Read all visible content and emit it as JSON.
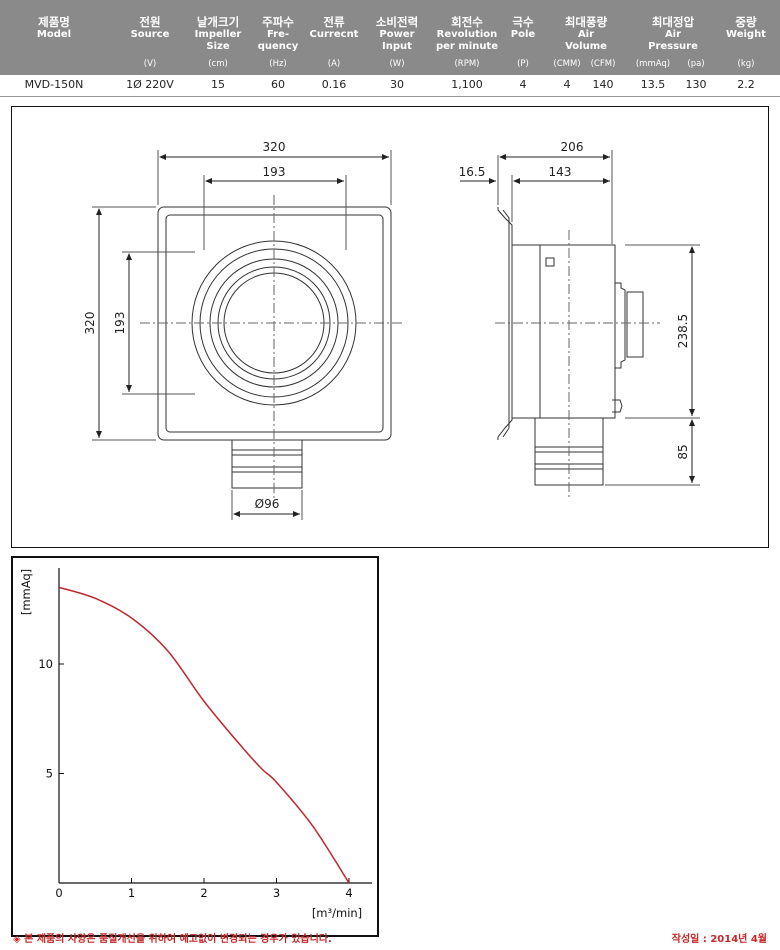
{
  "header": {
    "columns": [
      {
        "ko": "제품명",
        "en": [
          "Model"
        ],
        "unit": ""
      },
      {
        "ko": "전원",
        "en": [
          "Source"
        ],
        "unit": "(V)"
      },
      {
        "ko": "날개크기",
        "en": [
          "Impeller",
          "Size"
        ],
        "unit": "(cm)"
      },
      {
        "ko": "주파수",
        "en": [
          "Fre-",
          "quency"
        ],
        "unit": "(Hz)"
      },
      {
        "ko": "전류",
        "en": [
          "Currecnt"
        ],
        "unit": "(A)"
      },
      {
        "ko": "소비전력",
        "en": [
          "Power",
          "Input"
        ],
        "unit": "(W)"
      },
      {
        "ko": "회전수",
        "en": [
          "Revolution",
          "per minute"
        ],
        "unit": "(RPM)"
      },
      {
        "ko": "극수",
        "en": [
          "Pole"
        ],
        "unit": "(P)"
      },
      {
        "ko": "최대풍량",
        "en": [
          "Air",
          "Volume"
        ],
        "unit": ""
      },
      {
        "ko": "최대정압",
        "en": [
          "Air",
          "Pressure"
        ],
        "unit": ""
      },
      {
        "ko": "중량",
        "en": [
          "Weight"
        ],
        "unit": "(kg)"
      }
    ],
    "sub_units": [
      "(CMM)",
      "(CFM)",
      "(mmAq)",
      "(pa)"
    ]
  },
  "spec_row": [
    "MVD-150N",
    "1Ø 220V",
    "15",
    "60",
    "0.16",
    "30",
    "1,100",
    "4",
    "4",
    "140",
    "13.5",
    "130",
    "2.2"
  ],
  "dimensions": {
    "front_width": "320",
    "front_inner": "193",
    "front_height": "320",
    "front_inner_height": "193",
    "duct_diameter": "Ø96",
    "side_depth": "206",
    "side_flange": "16.5",
    "side_body": "143",
    "side_height": "238.5",
    "side_duct": "85"
  },
  "chart_data": {
    "type": "line",
    "xlabel": "[m³/min]",
    "ylabel": "[mmAq]",
    "x_ticks": [
      "0",
      "1",
      "2",
      "3",
      "4"
    ],
    "y_ticks": [
      "5",
      "10"
    ],
    "xlim": [
      0,
      4.2
    ],
    "ylim": [
      0,
      14
    ],
    "series": [
      {
        "color": "#c0272d",
        "x": [
          0,
          0.5,
          1.0,
          1.5,
          2.0,
          2.5,
          2.8,
          3.0,
          3.5,
          4.0
        ],
        "y": [
          13.5,
          13.0,
          12.1,
          10.6,
          8.3,
          6.3,
          5.2,
          4.6,
          2.6,
          0
        ]
      }
    ]
  },
  "footer": {
    "note": "◈ 본 제품의 사양은 품질개선을 위하여 예고없이 변경되는 경우가 있습니다.",
    "date": "작성일 : 2014년 4월"
  },
  "colors": {
    "header_bg": "#8a8a8a",
    "curve": "#c0272d",
    "footer_text": "#c62828"
  }
}
